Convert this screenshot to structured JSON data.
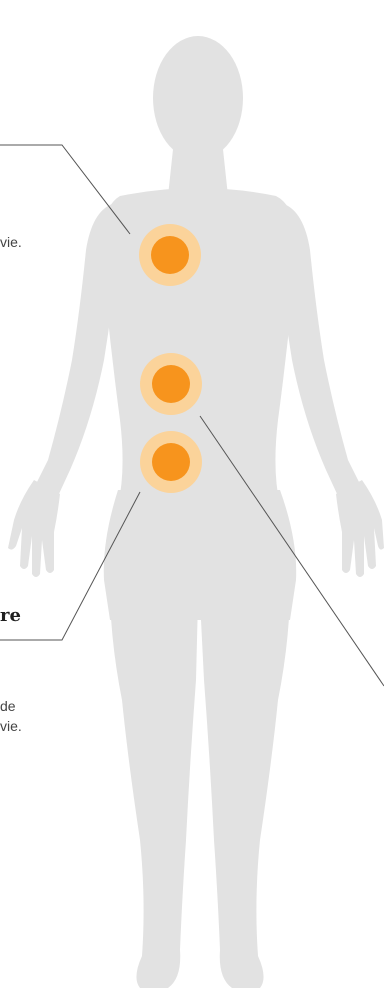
{
  "labels": {
    "top_text_end": "vie.",
    "middle_heading_end": "re",
    "lower_text_line1_end": "de",
    "lower_text_line2_end": "vie."
  },
  "colors": {
    "body_silhouette": "#e2e2e2",
    "marker_outer": "#fbd39a",
    "marker_inner": "#f7941d",
    "leader_line": "#555555"
  },
  "markers": [
    {
      "id": "chest"
    },
    {
      "id": "abdomen"
    },
    {
      "id": "pelvis"
    }
  ]
}
